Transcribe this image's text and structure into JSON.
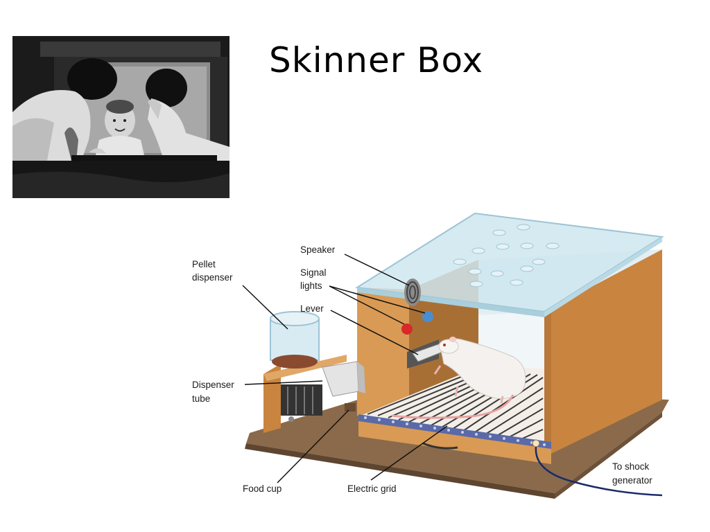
{
  "slide": {
    "title": "Skinner Box"
  },
  "diagram": {
    "labels": {
      "speaker": "Speaker",
      "signal_lights_1": "Signal",
      "signal_lights_2": "lights",
      "lever": "Lever",
      "pellet_dispenser_1": "Pellet",
      "pellet_dispenser_2": "dispenser",
      "dispenser_tube_1": "Dispenser",
      "dispenser_tube_2": "tube",
      "food_cup": "Food cup",
      "electric_grid": "Electric grid",
      "to_shock_generator_1": "To shock",
      "to_shock_generator_2": "generator"
    }
  },
  "colors": {
    "wood": "#d99a55",
    "wood_dark": "#b8783a",
    "base": "#8a6a4a",
    "glass": "#cfe6ef",
    "grid": "#5a6aa8"
  }
}
